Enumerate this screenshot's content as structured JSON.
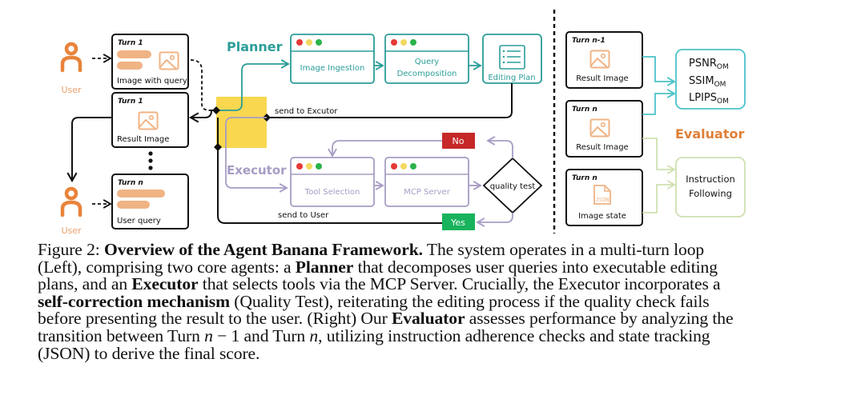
{
  "colors": {
    "user_orange": "#e8833a",
    "card_orange": "#f0b384",
    "planner_teal": "#2b9d98",
    "executor_purple": "#a79cc4",
    "evaluator_orange": "#e07f37",
    "metric_cyan": "#4cc3c8",
    "instruction_green": "#cfe0b0",
    "yellow_hub": "#f9d74f",
    "no_red": "#c62828",
    "yes_green": "#18b35c",
    "dot_red": "#e53935",
    "dot_yellow": "#f2d860",
    "dot_green": "#2bb34a"
  },
  "left": {
    "users": [
      {
        "label": "User",
        "icon": "user-icon"
      },
      {
        "label": "User",
        "icon": "user-icon"
      }
    ],
    "cards": [
      {
        "turn": "Turn 1",
        "caption": "Image with query",
        "icons": [
          "text-lines-icon",
          "image-icon"
        ]
      },
      {
        "turn": "Turn 1",
        "caption": "Result Image",
        "icons": [
          "image-icon"
        ]
      },
      {
        "turn": "Turn n",
        "caption": "User query",
        "icons": [
          "text-lines-icon"
        ]
      }
    ],
    "ellipsis": "⋮"
  },
  "planner": {
    "title": "Planner",
    "steps": [
      {
        "label_lines": [
          "Image Ingestion"
        ]
      },
      {
        "label_lines": [
          "Query",
          "Decomposition"
        ]
      }
    ],
    "plan": {
      "label": "Editing Plan",
      "icon": "checklist-icon"
    },
    "send_label": "send to Excutor"
  },
  "executor": {
    "title": "Executor",
    "steps": [
      {
        "label": "Tool Selection"
      },
      {
        "label": "MCP Server"
      }
    ],
    "decision": "quality test",
    "no_label": "No",
    "yes_label": "Yes",
    "send_label": "send to User"
  },
  "evaluator": {
    "title": "Evaluator",
    "cards": [
      {
        "turn": "Turn n-1",
        "caption": "Result Image",
        "icon": "image-icon"
      },
      {
        "turn": "Turn n",
        "caption": "Result Image",
        "icon": "image-icon"
      },
      {
        "turn": "Turn n",
        "caption": "Image state",
        "icon": "json-file-icon"
      }
    ],
    "metrics": [
      {
        "name": "PSNR",
        "sub": "OM"
      },
      {
        "name": "SSIM",
        "sub": "OM"
      },
      {
        "name": "LPIPS",
        "sub": "OM"
      }
    ],
    "instruction_lines": [
      "Instruction",
      "Following"
    ],
    "json_glyph": "JSON"
  },
  "caption": {
    "label": "Figure 2:",
    "title": "Overview of the Agent Banana Framework.",
    "l1_rest": "The system operates in a multi-turn loop",
    "l2_a": "(Left), comprising two core agents: a ",
    "l2_b": "Planner",
    "l2_c": " that decomposes user queries into executable editing",
    "l3_a": "plans, and an ",
    "l3_b": "Executor",
    "l3_c": " that selects tools via the MCP Server. Crucially, the Executor incorporates a",
    "l4_a": "self-correction mechanism",
    "l4_b": " (Quality Test), reiterating the editing process if the quality check fails",
    "l5_a": "before presenting the result to the user. (Right) Our ",
    "l5_b": "Evaluator",
    "l5_c": " assesses performance by analyzing the",
    "l6_a": "transition between Turn ",
    "l6_n1": "n",
    "l6_b": " − 1 and Turn ",
    "l6_n2": "n",
    "l6_c": ", utilizing instruction adherence checks and state tracking",
    "l7": "(JSON) to derive the final score."
  }
}
